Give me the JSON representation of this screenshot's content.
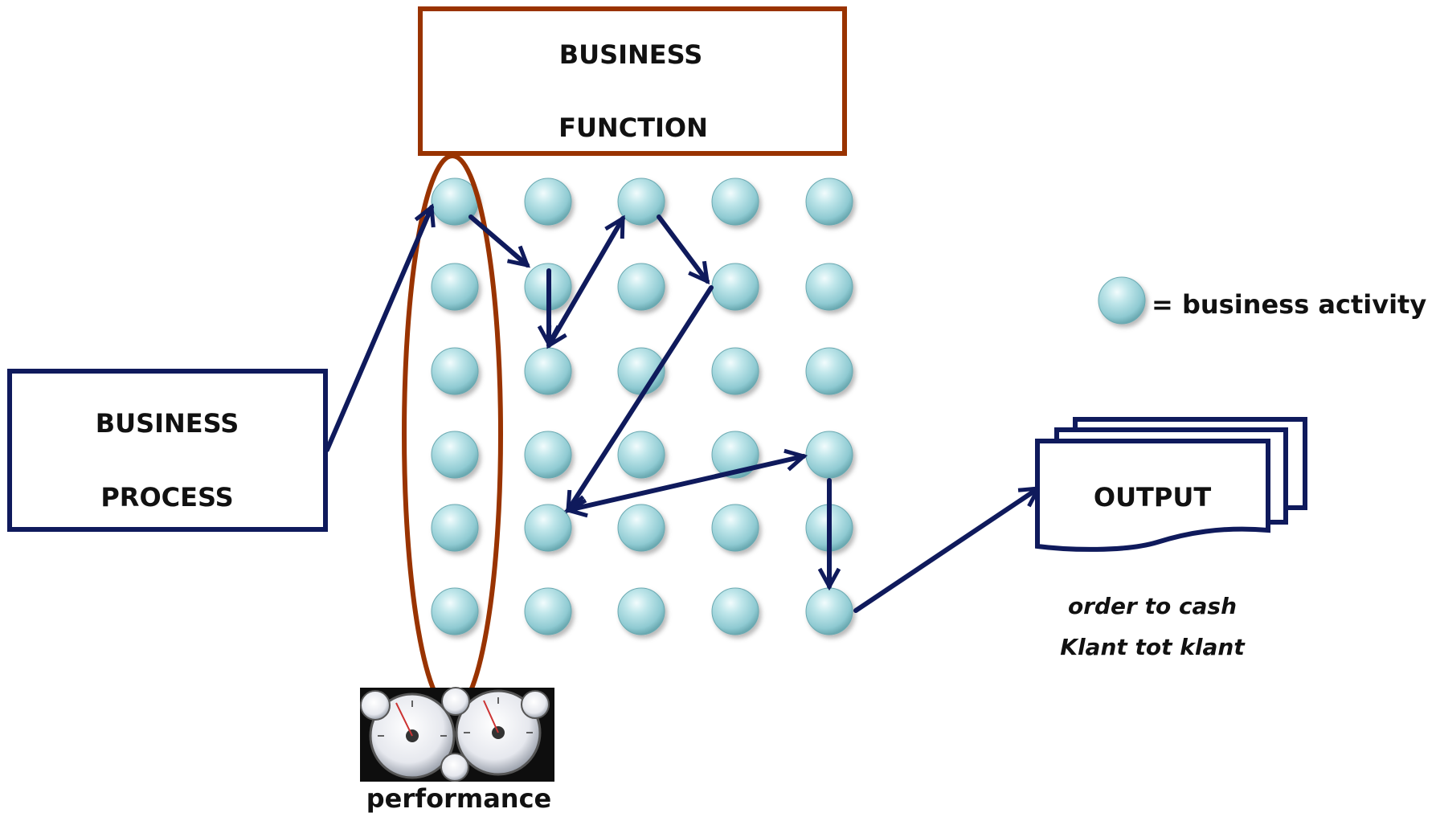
{
  "business_function": {
    "line1": "BUSINESS",
    "line2": "FUNCTION"
  },
  "business_process": {
    "line1": "BUSINESS",
    "line2": "PROCESS"
  },
  "legend": {
    "text": "= business activity"
  },
  "output": {
    "label": "OUTPUT",
    "caption_line1": "order to cash",
    "caption_line2": "Klant tot klant"
  },
  "performance": {
    "label": "performance",
    "gauge_icon": "dashboard-gauges-icon"
  },
  "colors": {
    "function_border": "#993300",
    "process_border": "#0f1a5c",
    "arrow": "#0f1a5c",
    "node_fill": "#a9dde3",
    "node_highlight": "#eafafc",
    "node_shadow": "#5f9aa3"
  },
  "grid": {
    "rows": 6,
    "cols": 5
  }
}
